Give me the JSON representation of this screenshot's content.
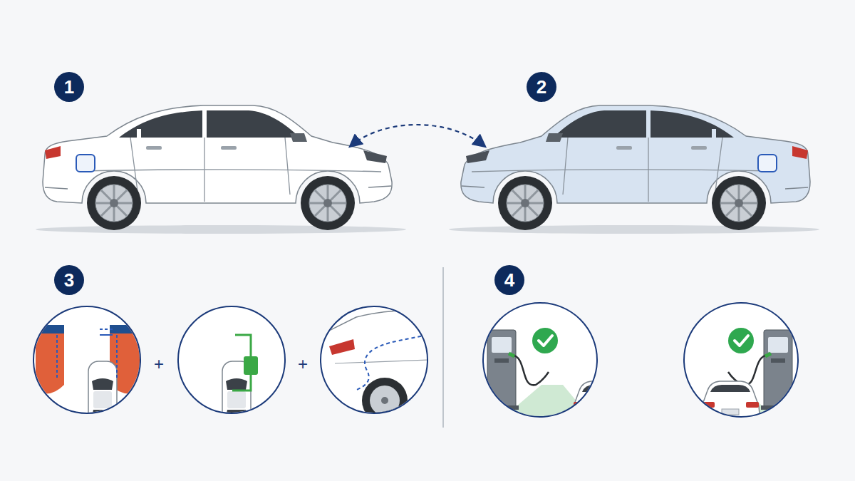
{
  "diagram": {
    "labels": [
      "1",
      "2",
      "3",
      "4",
      "+",
      "+"
    ]
  }
}
